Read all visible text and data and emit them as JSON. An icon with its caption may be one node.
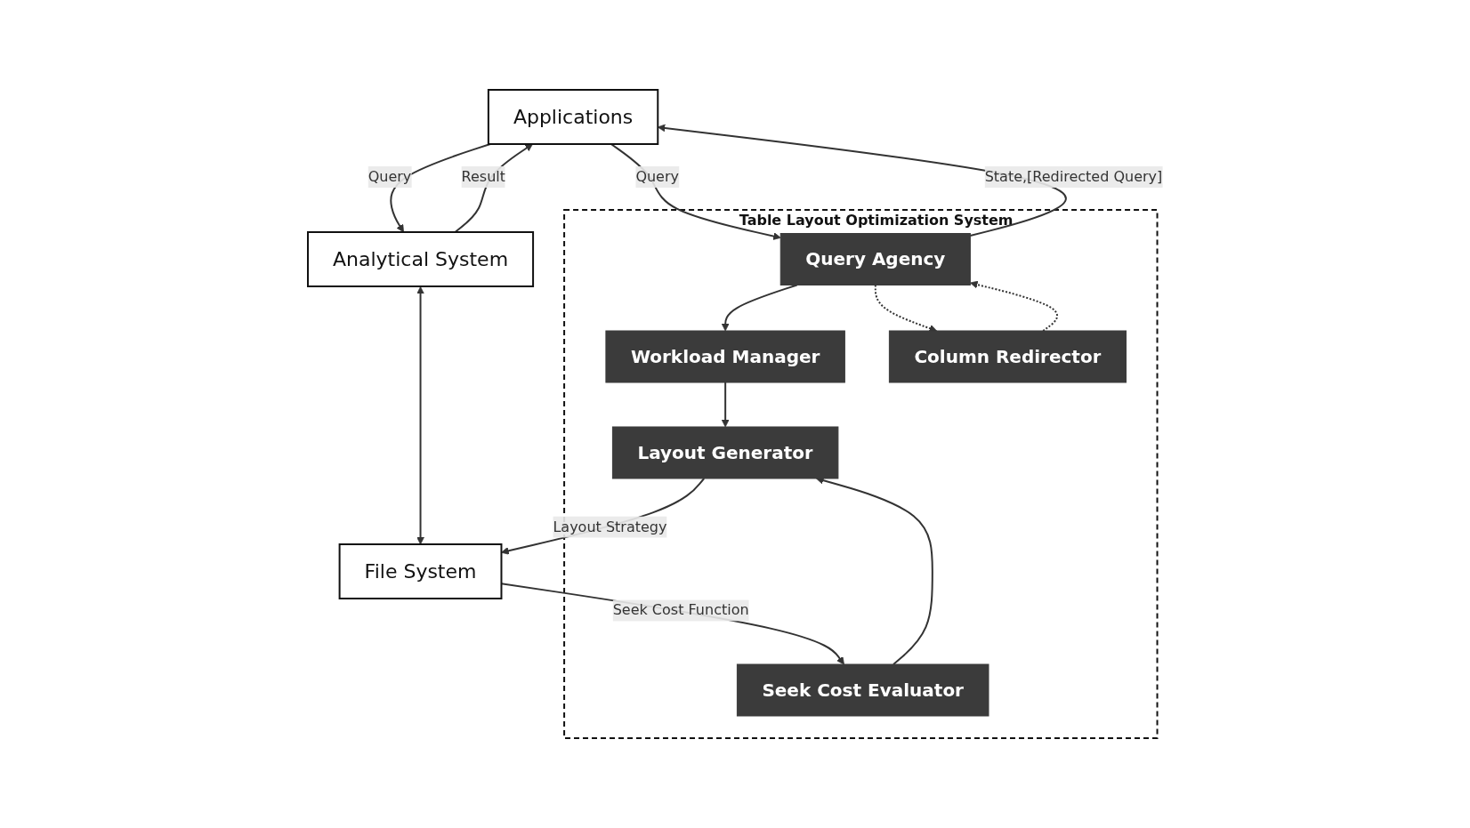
{
  "diagram": {
    "nodes": [
      {
        "text": [
          "Applications"
        ]
      },
      {
        "text": [
          "Table Layout Optimization System"
        ]
      },
      {
        "text": [
          "Query Agency"
        ],
        "in": 1
      },
      {
        "text": [
          "Workload Manager"
        ],
        "in": 1
      },
      {
        "text": [
          "Column Redirector"
        ],
        "in": 1
      },
      {
        "text": [
          "Layout Generator"
        ],
        "in": 1
      },
      {
        "text": [
          "Seek Cost Evaluator"
        ],
        "in": 1
      },
      {
        "text": [
          "Analytical System"
        ]
      },
      {
        "text": [
          "File System"
        ]
      }
    ],
    "edges": [
      {
        "from": 0,
        "to": 2,
        "arrow": "to",
        "label": "Query"
      },
      {
        "from": 2,
        "to": 0,
        "arrow": "to",
        "label": "State,[Redirected Query]"
      },
      {
        "from": 0,
        "to": 7,
        "arrow": "to",
        "label": "Query"
      },
      {
        "from": 7,
        "to": 0,
        "arrow": "to",
        "label": "Result"
      },
      {
        "from": 2,
        "to": 3,
        "arrow": "to"
      },
      {
        "from": 2,
        "to": 4,
        "arrow": "to",
        "style": "dashed"
      },
      {
        "from": 4,
        "to": 2,
        "arrow": "to",
        "style": "dashed"
      },
      {
        "from": 3,
        "to": 5,
        "arrow": "to"
      },
      {
        "from": 6,
        "to": 5,
        "arrow": "to"
      },
      {
        "from": 5,
        "to": 8,
        "arrow": "to",
        "label": "Layout Strategy"
      },
      {
        "from": 8,
        "to": 6,
        "arrow": "to",
        "label": "Seek Cost Function"
      },
      {
        "from": 7,
        "to": 8,
        "arrow": "both"
      }
    ]
  }
}
